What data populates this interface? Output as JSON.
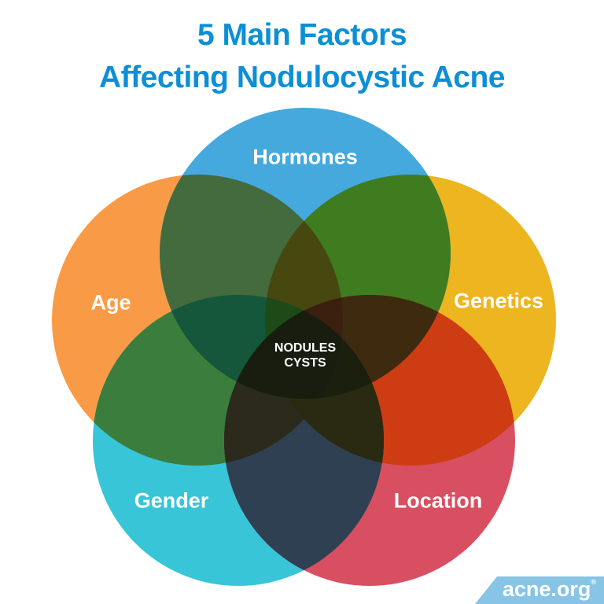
{
  "title": {
    "line1": "5 Main Factors",
    "line2": "Affecting Nodulocystic Acne",
    "color": "#0b8fd6"
  },
  "diagram": {
    "type": "venn",
    "center_label": {
      "line1": "NODULES",
      "line2": "CYSTS"
    },
    "factors": [
      {
        "id": "hormones",
        "label": "Hormones",
        "color": "#45a9de"
      },
      {
        "id": "age",
        "label": "Age",
        "color": "#f99b46"
      },
      {
        "id": "genetics",
        "label": "Genetics",
        "color": "#edb51f"
      },
      {
        "id": "gender",
        "label": "Gender",
        "color": "#37c5d7"
      },
      {
        "id": "location",
        "label": "Location",
        "color": "#d94f62"
      }
    ]
  },
  "brand": {
    "name": "acne.org",
    "registered": "®",
    "color": "#87c4e6"
  }
}
